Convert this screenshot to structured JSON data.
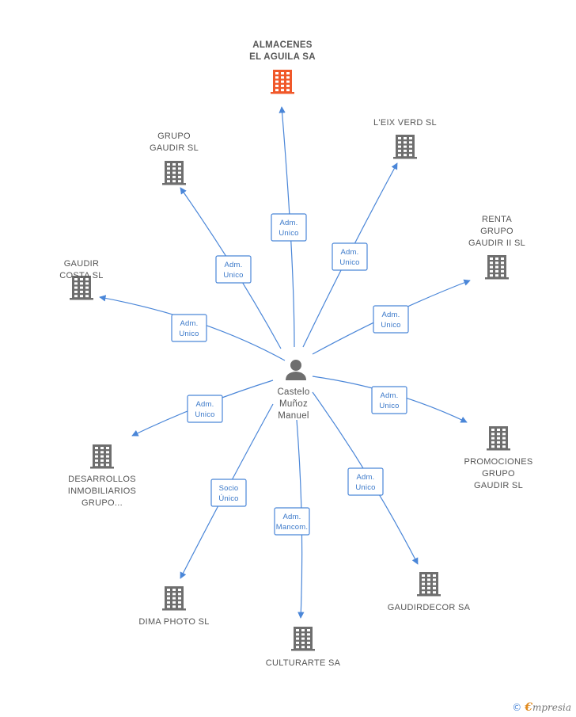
{
  "colors": {
    "highlight": "#f0582a",
    "company": "#6e6e6e",
    "edge": "#4a86d8",
    "person": "#6e6e6e"
  },
  "center": {
    "lines": [
      "Castelo",
      "Muñoz",
      "Manuel"
    ]
  },
  "nodes": [
    {
      "id": "almacenes",
      "lines": [
        "ALMACENES",
        "EL AGUILA SA"
      ],
      "highlight": true,
      "rel": [
        "Adm.",
        "Unico"
      ]
    },
    {
      "id": "leix-verd",
      "lines": [
        "L'EIX VERD SL"
      ],
      "highlight": false,
      "rel": [
        "Adm.",
        "Unico"
      ]
    },
    {
      "id": "renta-grupo",
      "lines": [
        "RENTA",
        "GRUPO",
        "GAUDIR II SL"
      ],
      "highlight": false,
      "rel": [
        "Adm.",
        "Unico"
      ]
    },
    {
      "id": "promociones",
      "lines": [
        "PROMOCIONES",
        "GRUPO",
        "GAUDIR SL"
      ],
      "highlight": false,
      "rel": [
        "Adm.",
        "Unico"
      ]
    },
    {
      "id": "gaudirdecor",
      "lines": [
        "GAUDIRDECOR SA"
      ],
      "highlight": false,
      "rel": [
        "Adm.",
        "Unico"
      ]
    },
    {
      "id": "culturarte",
      "lines": [
        "CULTURARTE SA"
      ],
      "highlight": false,
      "rel": [
        "Adm.",
        "Mancom."
      ]
    },
    {
      "id": "dima-photo",
      "lines": [
        "DIMA PHOTO SL"
      ],
      "highlight": false,
      "rel": [
        "Socio",
        "Único"
      ]
    },
    {
      "id": "desarrollos",
      "lines": [
        "DESARROLLOS",
        "INMOBILIARIOS",
        "GRUPO..."
      ],
      "highlight": false,
      "rel": [
        "Adm.",
        "Unico"
      ]
    },
    {
      "id": "gaudir-costa",
      "lines": [
        "GAUDIR",
        "COSTA SL"
      ],
      "highlight": false,
      "rel": [
        "Adm.",
        "Unico"
      ]
    },
    {
      "id": "grupo-gaudir",
      "lines": [
        "GRUPO",
        "GAUDIR SL"
      ],
      "highlight": false,
      "rel": [
        "Adm.",
        "Unico"
      ]
    }
  ],
  "footer": {
    "copyright": "©",
    "brand_initial": "€",
    "brand_rest": "mpresia"
  }
}
